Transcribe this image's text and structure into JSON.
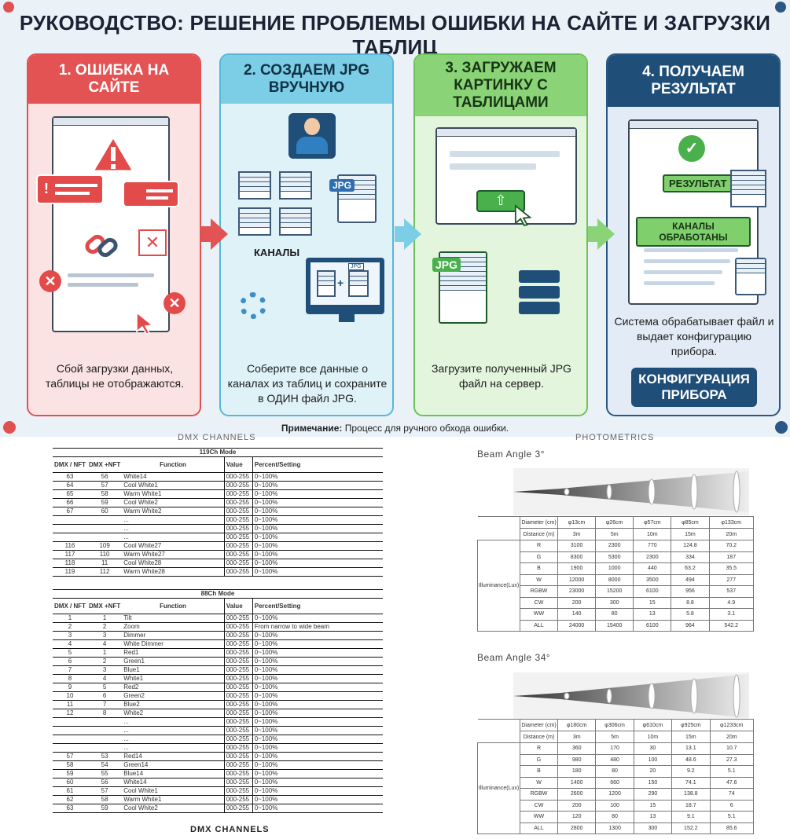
{
  "infographic": {
    "title": "РУКОВОДСТВО: РЕШЕНИЕ ПРОБЛЕМЫ ОШИБКИ НА САЙТЕ И ЗАГРУЗКИ ТАБЛИЦ",
    "steps": [
      {
        "heading": "1. ОШИБКА НА САЙТЕ",
        "text": "Сбой загрузки данных, таблицы не отображаются."
      },
      {
        "heading": "2. СОЗДАЕМ JPG ВРУЧНУЮ",
        "text": "Соберите все данные о каналах из таблиц и сохраните в ОДИН файл JPG.",
        "label": "КАНАЛЫ",
        "badge": "JPG",
        "badge_small": "JPG"
      },
      {
        "heading": "3. ЗАГРУЖАЕМ КАРТИНКУ С ТАБЛИЦАМИ",
        "text": "Загрузите полученный JPG файл на сервер.",
        "badge": "JPG"
      },
      {
        "heading": "4. ПОЛУЧАЕМ РЕЗУЛЬТАТ",
        "text": "Система обрабатывает файл и выдает конфигурацию прибора.",
        "result_label": "РЕЗУЛЬТАТ",
        "channels_label": "КАНАЛЫ ОБРАБОТАНЫ",
        "button": "КОНФИГУРАЦИЯ ПРИБОРА"
      }
    ],
    "note_bold": "Примечание:",
    "note_text": " Процесс для ручного обхода ошибки."
  },
  "doc": {
    "dmx_heading": "DMX CHANNELS",
    "photometrics_heading": "PHOTOMETRICS",
    "dmx_footer": "DMX CHANNELS",
    "col_headers": {
      "dmx_nft": "DMX / NFT",
      "dmx_plus_nft": "DMX +NFT",
      "function": "Function",
      "value": "Value",
      "percent": "Percent/Setting"
    },
    "mode1_title": "119Ch  Mode",
    "mode1_rows": [
      [
        "63",
        "56",
        "White14",
        "000-255",
        "0~100%"
      ],
      [
        "64",
        "57",
        "Cool White1",
        "000-255",
        "0~100%"
      ],
      [
        "65",
        "58",
        "Warm White1",
        "000-255",
        "0~100%"
      ],
      [
        "66",
        "59",
        "Cool White2",
        "000-255",
        "0~100%"
      ],
      [
        "67",
        "60",
        "Warm White2",
        "000-255",
        "0~100%"
      ],
      [
        "",
        "",
        "...",
        "000-255",
        "0~100%"
      ],
      [
        "",
        "",
        "...",
        "000-255",
        "0~100%"
      ],
      [
        "",
        "",
        "...",
        "000-255",
        "0~100%"
      ],
      [
        "116",
        "109",
        "Cool White27",
        "000-255",
        "0~100%"
      ],
      [
        "117",
        "110",
        "Warm White27",
        "000-255",
        "0~100%"
      ],
      [
        "118",
        "11",
        "Cool White28",
        "000-255",
        "0~100%"
      ],
      [
        "119",
        "112",
        "Warm White28",
        "000-255",
        "0~100%"
      ]
    ],
    "mode2_title": "88Ch  Mode",
    "mode2_rows": [
      [
        "1",
        "1",
        "Tilt",
        "000-255",
        "0~100%"
      ],
      [
        "2",
        "2",
        "Zoom",
        "000-255",
        "From narrow to wide beam"
      ],
      [
        "3",
        "3",
        "Dimmer",
        "000-255",
        "0~100%"
      ],
      [
        "4",
        "4",
        "White Dimmer",
        "000-255",
        "0~100%"
      ],
      [
        "5",
        "1",
        "Red1",
        "000-255",
        "0~100%"
      ],
      [
        "6",
        "2",
        "Green1",
        "000-255",
        "0~100%"
      ],
      [
        "7",
        "3",
        "Blue1",
        "000-255",
        "0~100%"
      ],
      [
        "8",
        "4",
        "White1",
        "000-255",
        "0~100%"
      ],
      [
        "9",
        "5",
        "Red2",
        "000-255",
        "0~100%"
      ],
      [
        "10",
        "6",
        "Green2",
        "000-255",
        "0~100%"
      ],
      [
        "11",
        "7",
        "Blue2",
        "000-255",
        "0~100%"
      ],
      [
        "12",
        "8",
        "White2",
        "000-255",
        "0~100%"
      ],
      [
        "",
        "",
        "...",
        "000-255",
        "0~100%"
      ],
      [
        "",
        "",
        "...",
        "000-255",
        "0~100%"
      ],
      [
        "",
        "",
        "...",
        "000-255",
        "0~100%"
      ],
      [
        "",
        "",
        "...",
        "000-255",
        "0~100%"
      ],
      [
        "57",
        "53",
        "Red14",
        "000-255",
        "0~100%"
      ],
      [
        "58",
        "54",
        "Green14",
        "000-255",
        "0~100%"
      ],
      [
        "59",
        "55",
        "Blue14",
        "000-255",
        "0~100%"
      ],
      [
        "60",
        "56",
        "White14",
        "000-255",
        "0~100%"
      ],
      [
        "61",
        "57",
        "Cool White1",
        "000-255",
        "0~100%"
      ],
      [
        "62",
        "58",
        "Warm White1",
        "000-255",
        "0~100%"
      ],
      [
        "63",
        "59",
        "Cool White2",
        "000-255",
        "0~100%"
      ]
    ],
    "beam1_title": "Beam Angle  3°",
    "beam1": {
      "diameter_label": "Diameter (cm)",
      "distance_label": "Distance (m)",
      "illum_label": "Illuminance(Lux)",
      "diameters": [
        "φ13cm",
        "φ26cm",
        "φ57cm",
        "φ85cm",
        "φ133cm"
      ],
      "distances": [
        "3m",
        "5m",
        "10m",
        "15m",
        "20m"
      ],
      "rows": [
        [
          "R",
          "3100",
          "2300",
          "770",
          "124.8",
          "70.2"
        ],
        [
          "G",
          "8300",
          "5300",
          "2300",
          "334",
          "187"
        ],
        [
          "B",
          "1900",
          "1000",
          "440",
          "63.2",
          "35.5"
        ],
        [
          "W",
          "12000",
          "8000",
          "3500",
          "494",
          "277"
        ],
        [
          "RGBW",
          "23000",
          "15200",
          "6100",
          "956",
          "537"
        ],
        [
          "CW",
          "200",
          "300",
          "15",
          "8.8",
          "4.9"
        ],
        [
          "WW",
          "140",
          "80",
          "13",
          "5.8",
          "3.1"
        ],
        [
          "ALL",
          "24000",
          "15400",
          "6100",
          "964",
          "542.2"
        ]
      ]
    },
    "beam2_title": "Beam Angle  34°",
    "beam2": {
      "diameter_label": "Diameter (cm)",
      "distance_label": "Distance (m)",
      "illum_label": "Illuminance(Lux)",
      "diameters": [
        "φ180cm",
        "φ306cm",
        "φ610cm",
        "φ925cm",
        "φ1233cm"
      ],
      "distances": [
        "3m",
        "5m",
        "10m",
        "15m",
        "20m"
      ],
      "rows": [
        [
          "R",
          "360",
          "170",
          "30",
          "13.1",
          "10.7"
        ],
        [
          "G",
          "980",
          "480",
          "100",
          "48.6",
          "27.3"
        ],
        [
          "B",
          "180",
          "80",
          "20",
          "9.2",
          "5.1"
        ],
        [
          "W",
          "1400",
          "660",
          "150",
          "74.1",
          "47.6"
        ],
        [
          "RGBW",
          "2600",
          "1200",
          "290",
          "138.8",
          "74"
        ],
        [
          "CW",
          "200",
          "100",
          "15",
          "18.7",
          "6"
        ],
        [
          "WW",
          "120",
          "80",
          "13",
          "9.1",
          "5.1"
        ],
        [
          "ALL",
          "2800",
          "1300",
          "300",
          "152.2",
          "85.6"
        ]
      ]
    }
  },
  "colors": {
    "step1": "#e35353",
    "step2": "#7ccde6",
    "step3": "#8bd377",
    "step4": "#1f4e79"
  }
}
